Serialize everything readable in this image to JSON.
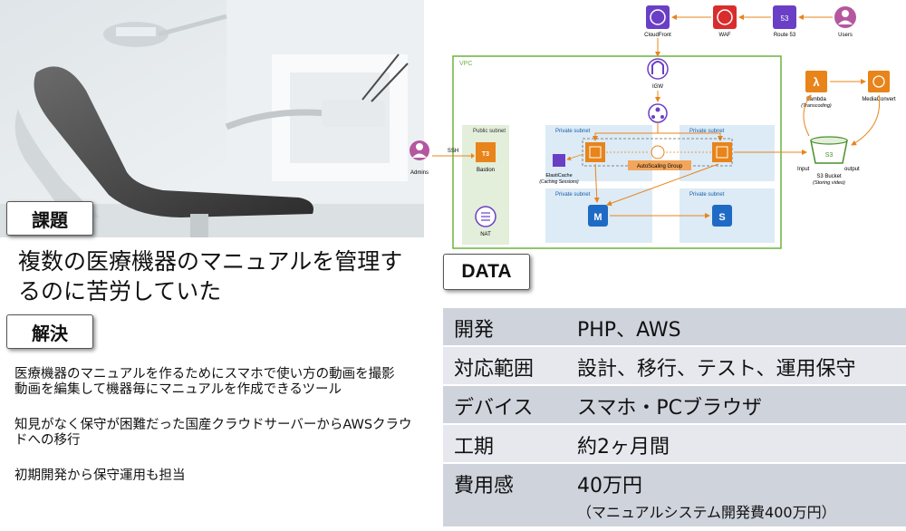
{
  "issue": {
    "badge": "課題",
    "text": "複数の医療機器のマニュアルを管理するのに苦労していた"
  },
  "solution": {
    "badge": "解決",
    "items": [
      "医療機器のマニュアルを作るためにスマホで使い方の動画を撮影",
      "動画を編集して機器毎にマニュアルを作成できるツール",
      "知見がなく保守が困難だった国産クラウドサーバーからAWSクラウドへの移行",
      "初期開発から保守運用も担当"
    ]
  },
  "data_badge": "DATA",
  "diagram": {
    "cloudfront": "CloudFront",
    "waf": "WAF",
    "route53": "Route 53",
    "users": "Users",
    "vpc": "VPC",
    "igw": "IGW",
    "public_subnet": "Public subnet",
    "private_subnet_1": "Private subnet",
    "private_subnet_2": "Private subnet",
    "private_subnet_3": "Private subnet",
    "private_subnet_4": "Private subnet",
    "admins": "Admins",
    "ssh": "SSH",
    "t3": "T3",
    "bastion": "Bastion",
    "nat": "NAT",
    "elasticache": "ElastiCache",
    "caching": "(Caching Sessions)",
    "autoscaling": "AutoScaling Group",
    "lambda": "Lambda",
    "transcoding": "(Transcoding)",
    "mediaconvert": "MediaConvert",
    "input": "Input",
    "output": "output",
    "s3_bucket": "S3 Bucket",
    "storing": "(Storing video)",
    "m": "M",
    "s": "S",
    "s3": "S3"
  },
  "table": {
    "rows": [
      {
        "key": "開発",
        "value": "PHP、AWS"
      },
      {
        "key": "対応範囲",
        "value": "設計、移行、テスト、運用保守"
      },
      {
        "key": "デバイス",
        "value": "スマホ・PCブラウザ"
      },
      {
        "key": "工期",
        "value": "約2ヶ月間"
      },
      {
        "key": "費用感",
        "value": "40万円",
        "sub": "（マニュアルシステム開発費400万円）"
      }
    ]
  },
  "colors": {
    "orange": "#e8841a",
    "purple": "#6a3fc6",
    "red": "#d92d2d",
    "vpc_green": "#6cb33f",
    "subnet_blue": "#dcebf6",
    "subnet_green": "#e3eedb"
  }
}
